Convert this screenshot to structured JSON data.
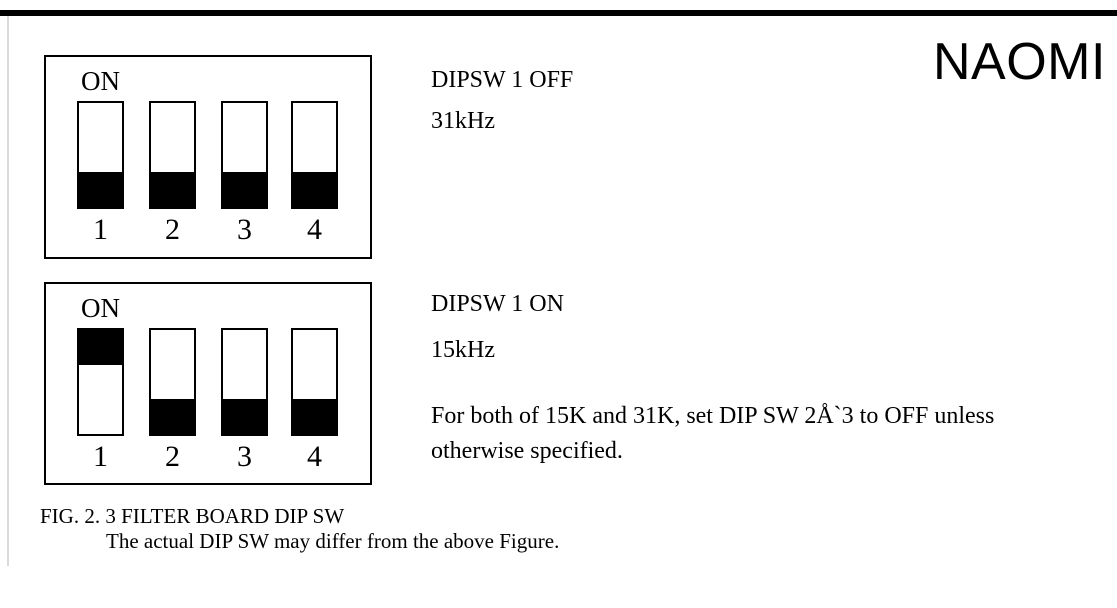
{
  "brand": "NAOMI",
  "figures": [
    {
      "on_label": "ON",
      "switches": [
        {
          "number": "1",
          "state": "off"
        },
        {
          "number": "2",
          "state": "off"
        },
        {
          "number": "3",
          "state": "off"
        },
        {
          "number": "4",
          "state": "off"
        }
      ],
      "setting": "DIPSW 1 OFF",
      "frequency": "31kHz"
    },
    {
      "on_label": "ON",
      "switches": [
        {
          "number": "1",
          "state": "on"
        },
        {
          "number": "2",
          "state": "off"
        },
        {
          "number": "3",
          "state": "off"
        },
        {
          "number": "4",
          "state": "off"
        }
      ],
      "setting": "DIPSW 1 ON",
      "frequency": "15kHz"
    }
  ],
  "note": "For both of 15K and 31K, set DIP SW 2Å`3 to OFF unless otherwise specified.",
  "caption": {
    "title": "FIG. 2. 3  FILTER BOARD DIP SW",
    "subtitle": "The actual DIP SW may differ from the above Figure."
  }
}
